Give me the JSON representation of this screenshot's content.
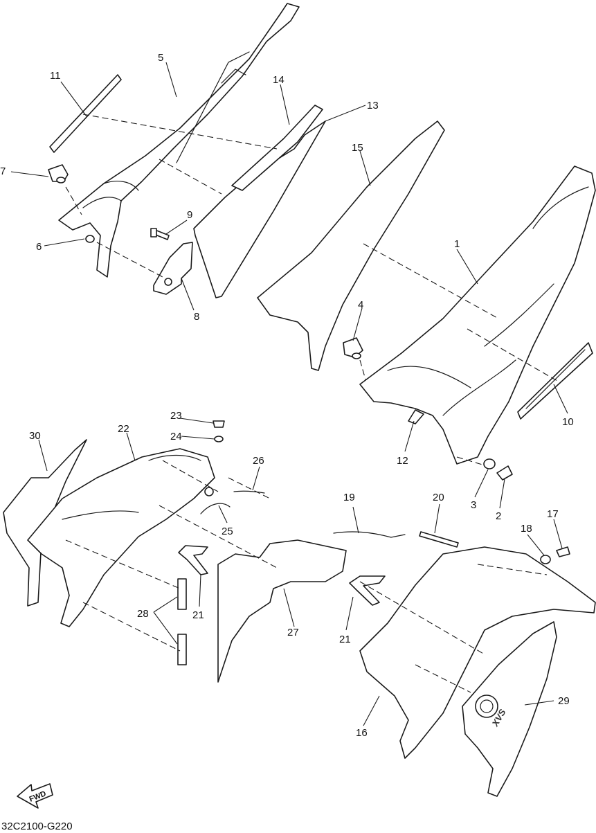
{
  "diagram": {
    "code": "32C2100-G220",
    "fwd_arrow_label": "FWD",
    "callouts": [
      "1",
      "2",
      "3",
      "4",
      "5",
      "6",
      "7",
      "8",
      "9",
      "10",
      "11",
      "12",
      "13",
      "14",
      "15",
      "16",
      "17",
      "18",
      "19",
      "20",
      "21",
      "21",
      "22",
      "23",
      "24",
      "25",
      "26",
      "27",
      "28",
      "29",
      "30"
    ]
  }
}
